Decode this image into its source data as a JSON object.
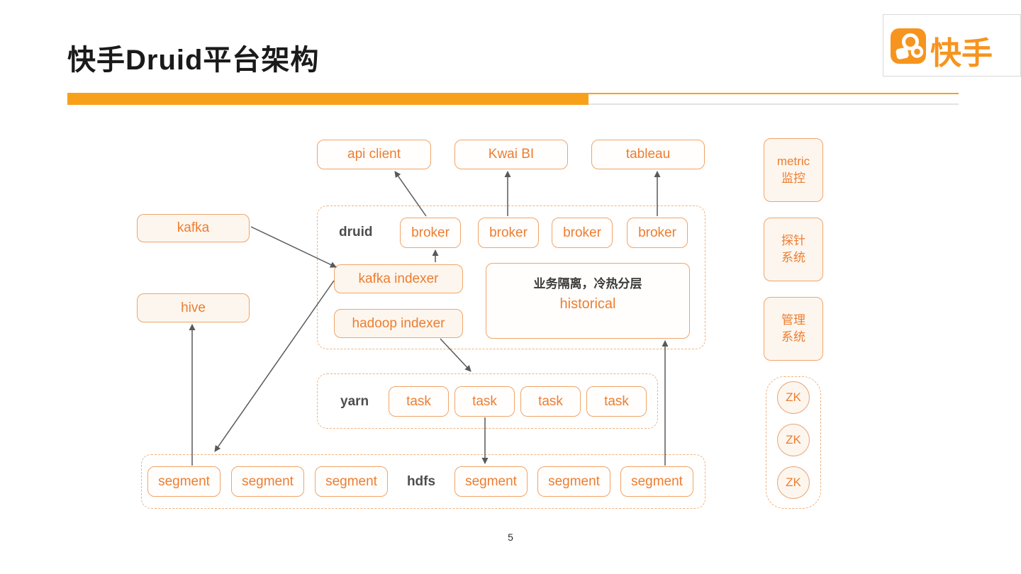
{
  "slide": {
    "title": "快手Druid平台架构",
    "page_number": "5",
    "logo_text": "快手"
  },
  "colors": {
    "brand_orange": "#F7941E",
    "accent_orange": "#ED7D31",
    "box_border": "#F0A468",
    "container_dash_border": "#F0B27E",
    "group_label_gray": "#4D4D4D",
    "arrow_gray": "#58595B",
    "progress_bar_orange": "#F7A11A"
  },
  "diagram": {
    "clients": [
      {
        "label": "api client"
      },
      {
        "label": "Kwai BI"
      },
      {
        "label": "tableau"
      }
    ],
    "sources": [
      {
        "label": "kafka"
      },
      {
        "label": "hive"
      }
    ],
    "druid": {
      "label": "druid",
      "brokers": [
        "broker",
        "broker",
        "broker",
        "broker"
      ],
      "kafka_indexer": "kafka indexer",
      "hadoop_indexer": "hadoop indexer",
      "historical": {
        "note": "业务隔离，冷热分层",
        "label": "historical"
      }
    },
    "yarn": {
      "label": "yarn",
      "tasks": [
        "task",
        "task",
        "task",
        "task"
      ]
    },
    "hdfs": {
      "label": "hdfs",
      "segments": [
        "segment",
        "segment",
        "segment",
        "segment",
        "segment",
        "segment"
      ]
    },
    "ops": [
      {
        "line1": "metric",
        "line2": "监控"
      },
      {
        "line1": "探针",
        "line2": "系统"
      },
      {
        "line1": "管理",
        "line2": "系统"
      }
    ],
    "zk": {
      "nodes": [
        "ZK",
        "ZK",
        "ZK"
      ]
    },
    "connections": [
      {
        "from": "kafka",
        "to": "kafka-indexer"
      },
      {
        "from": "kafka-indexer",
        "to": "broker-1"
      },
      {
        "from": "broker-1",
        "to": "api-client"
      },
      {
        "from": "broker-2",
        "to": "kwai-bi"
      },
      {
        "from": "broker-4",
        "to": "tableau"
      },
      {
        "from": "kafka-indexer",
        "to": "hdfs"
      },
      {
        "from": "hadoop-indexer",
        "to": "yarn"
      },
      {
        "from": "task-2",
        "to": "segment-4"
      },
      {
        "from": "segment-6",
        "to": "historical"
      },
      {
        "from": "segment-1",
        "to": "hive"
      }
    ]
  }
}
